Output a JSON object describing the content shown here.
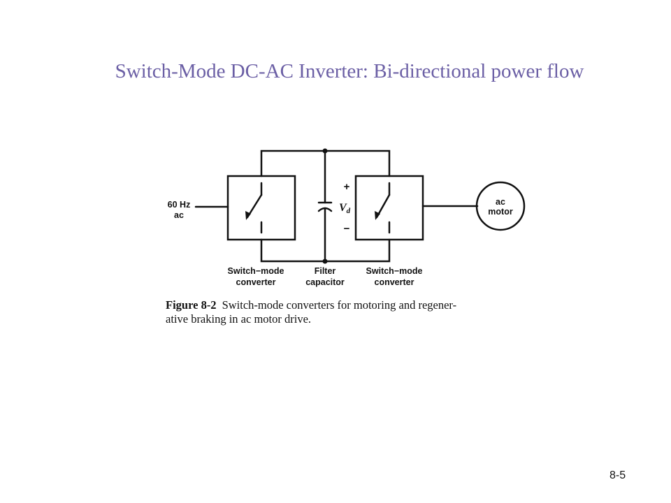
{
  "slide": {
    "title": "Switch-Mode DC-AC Inverter: Bi-directional power flow",
    "page_number": "8-5"
  },
  "diagram": {
    "input_label": [
      "60 Hz",
      "ac"
    ],
    "plus_sign": "+",
    "minus_sign": "−",
    "voltage_symbol": "V",
    "voltage_subscript": "d",
    "motor_label": [
      "ac",
      "motor"
    ],
    "left_converter_label": [
      "Switch−mode",
      "converter"
    ],
    "capacitor_label": [
      "Filter",
      "capacitor"
    ],
    "right_converter_label": [
      "Switch−mode",
      "converter"
    ]
  },
  "figure": {
    "number": "Figure 8-2",
    "caption_line1": "Switch-mode converters for motoring and regener-",
    "caption_line2": "ative braking in ac motor drive."
  },
  "colors": {
    "title": "#6b5fa5",
    "ink": "#111111"
  }
}
